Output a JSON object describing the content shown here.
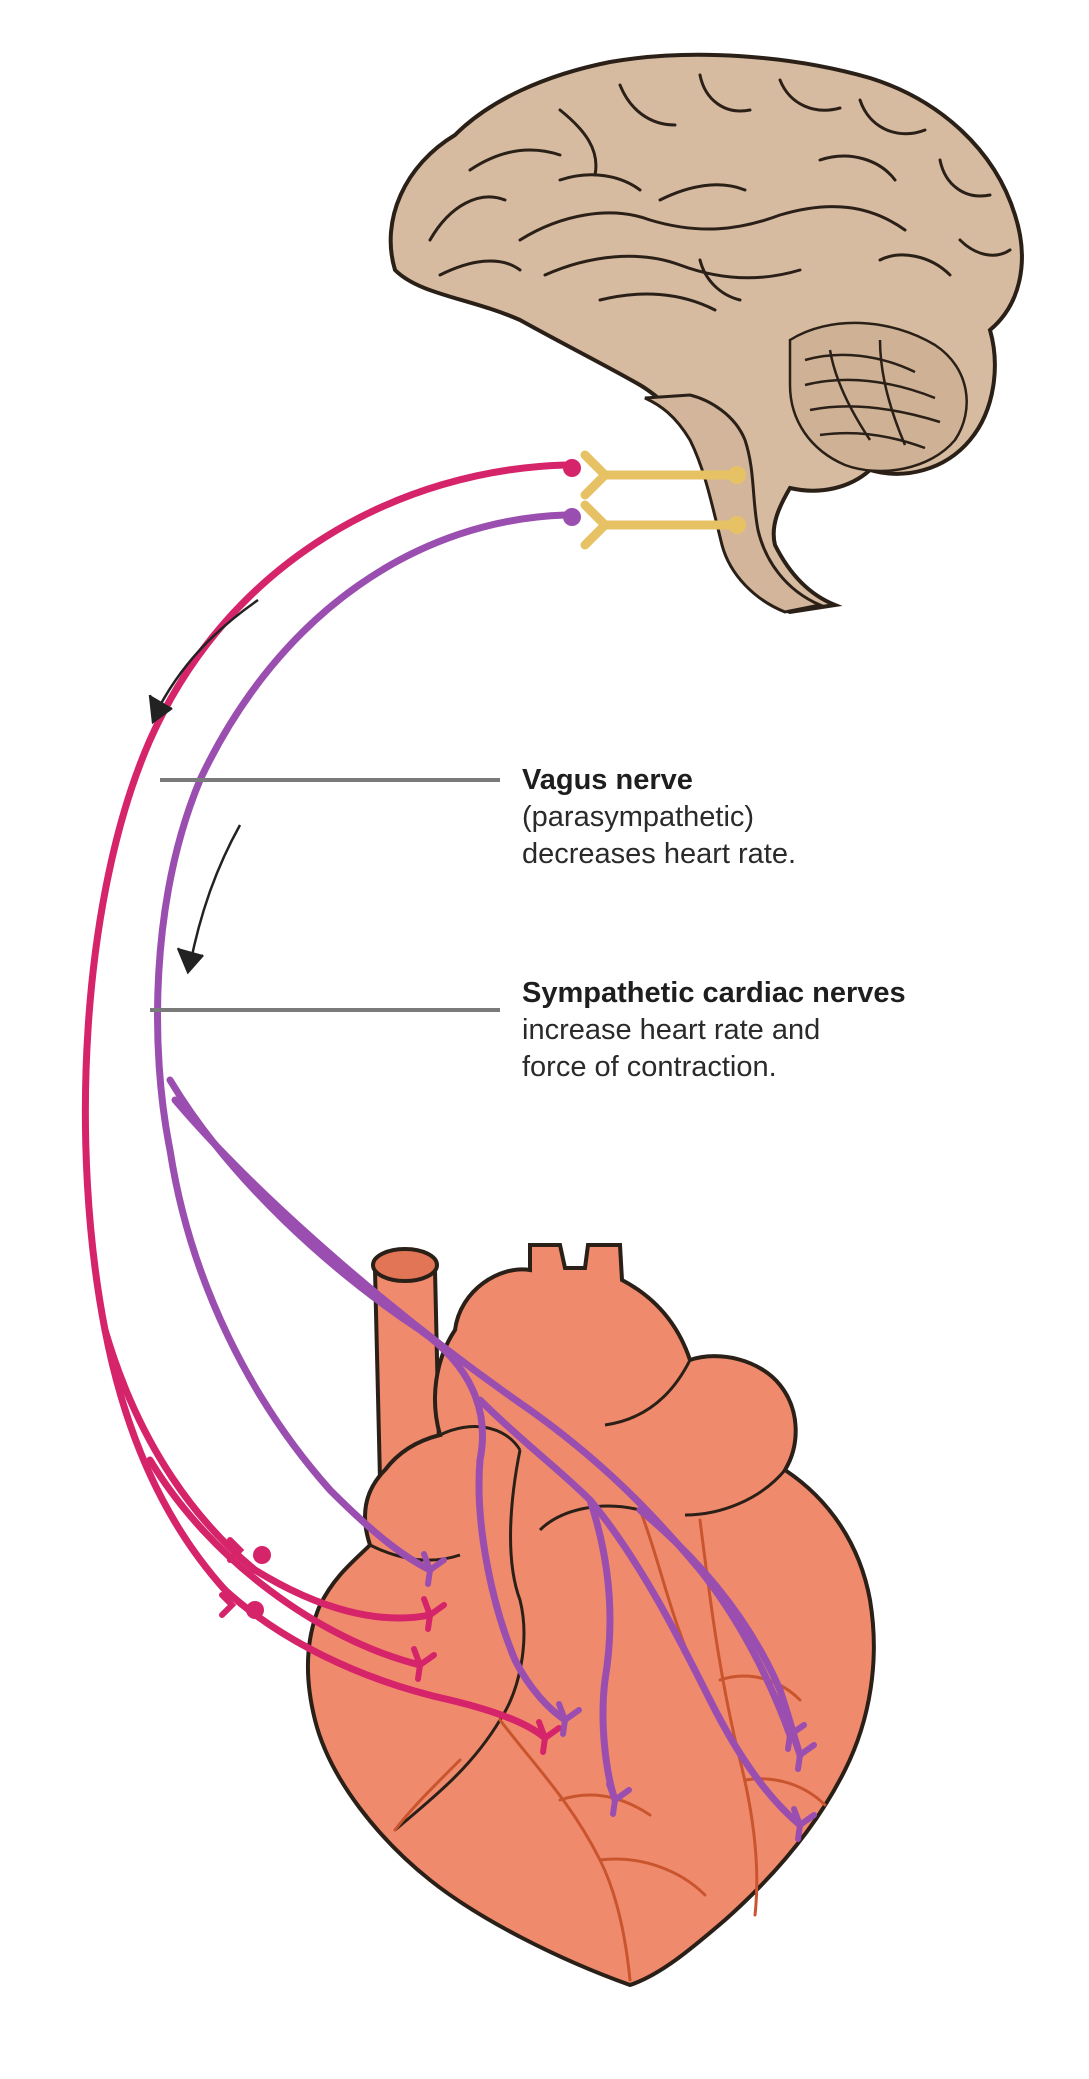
{
  "labels": {
    "vagus": {
      "title": "Vagus nerve",
      "line1": "(parasympathetic)",
      "line2": "decreases heart rate."
    },
    "sympathetic": {
      "title": "Sympathetic cardiac nerves",
      "line1": "increase heart rate and",
      "line2": "force of contraction."
    }
  },
  "colors": {
    "brain_fill": "#d6bba1",
    "heart_fill": "#f08a6d",
    "vagus_nerve": "#d6246a",
    "sympathetic_nerve": "#9a4fb0",
    "spinal_connectors": "#e6c264",
    "leader_line": "#7a7a7a",
    "heart_vessels": "#c9552e"
  },
  "icons": [
    "flow-arrow-icon",
    "flow-arrow-icon"
  ]
}
